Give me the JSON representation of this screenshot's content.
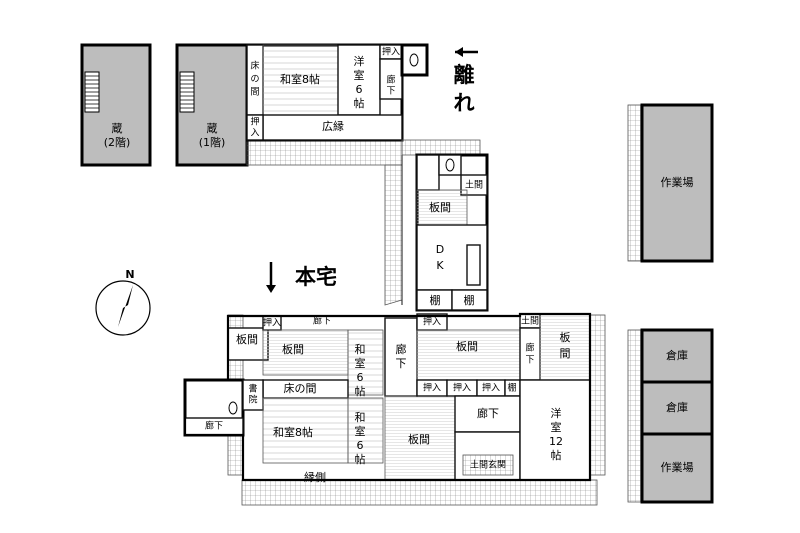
{
  "labels": {
    "hanare": "離れ",
    "honkyo": "本宅",
    "north": "N",
    "kura2": "蔵",
    "kura2_sub": "(2階)",
    "kura1": "蔵",
    "kura1_sub": "(1階)",
    "washitsu8_top": "和室8帖",
    "tokonoma_top": "床の間",
    "yoshitsu6": "洋室6帖",
    "oshiire": "押入",
    "roka": "廊下",
    "hiroen": "広縁",
    "itama": "板間",
    "dk": "DK",
    "tana": "棚",
    "sagyoba": "作業場",
    "soko": "倉庫",
    "washitsu6": "和室6帖",
    "tokonoma": "床の間",
    "shoin": "書院",
    "washitsu8": "和室8帖",
    "engawa": "縁側",
    "doma_genkan": "土間玄関",
    "yoshitsu12": "洋室12帖",
    "doma": "土間"
  },
  "colors": {
    "wall": "#000000",
    "storage_fill": "#bdbdbd",
    "background": "#ffffff"
  },
  "icons": [
    "north-arrow-icon",
    "arrow-left-icon",
    "arrow-down-icon",
    "toilet-icon",
    "stair-icon"
  ]
}
